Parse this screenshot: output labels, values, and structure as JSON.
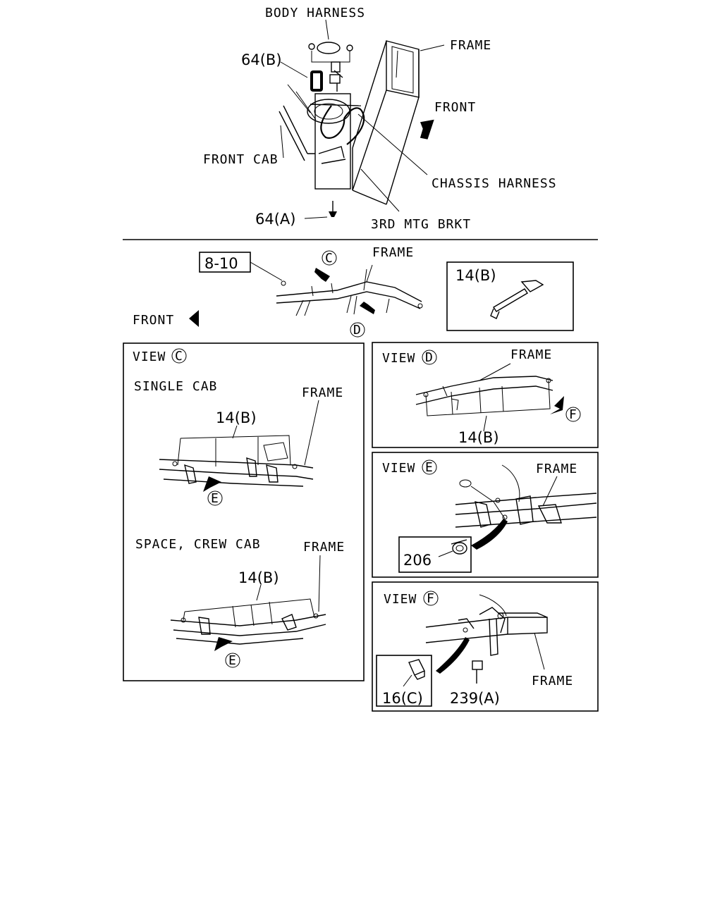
{
  "top": {
    "body_harness": "BODY HARNESS",
    "part_64b": "64(B)",
    "frame": "FRAME",
    "front": "FRONT",
    "front_cab": "FRONT CAB",
    "chassis_harness": "CHASSIS HARNESS",
    "part_64a": "64(A)",
    "mtg_brkt": "3RD MTG BRKT"
  },
  "overview": {
    "ref": "8-10",
    "marker_c": "C",
    "marker_d": "D",
    "frame": "FRAME",
    "front": "FRONT",
    "inset_part": "14(B)"
  },
  "view_c": {
    "title": "VIEW",
    "marker": "C",
    "single_cab": "SINGLE CAB",
    "frame_1": "FRAME",
    "part_1": "14(B)",
    "marker_e_1": "E",
    "space_crew_cab": "SPACE, CREW CAB",
    "frame_2": "FRAME",
    "part_2": "14(B)",
    "marker_e_2": "E"
  },
  "view_d": {
    "title": "VIEW",
    "marker": "D",
    "frame": "FRAME",
    "part": "14(B)",
    "marker_f": "F"
  },
  "view_e": {
    "title": "VIEW",
    "marker": "E",
    "frame": "FRAME",
    "part": "206"
  },
  "view_f": {
    "title": "VIEW",
    "marker": "F",
    "part_clip": "16(C)",
    "part_bolt": "239(A)",
    "frame": "FRAME"
  }
}
